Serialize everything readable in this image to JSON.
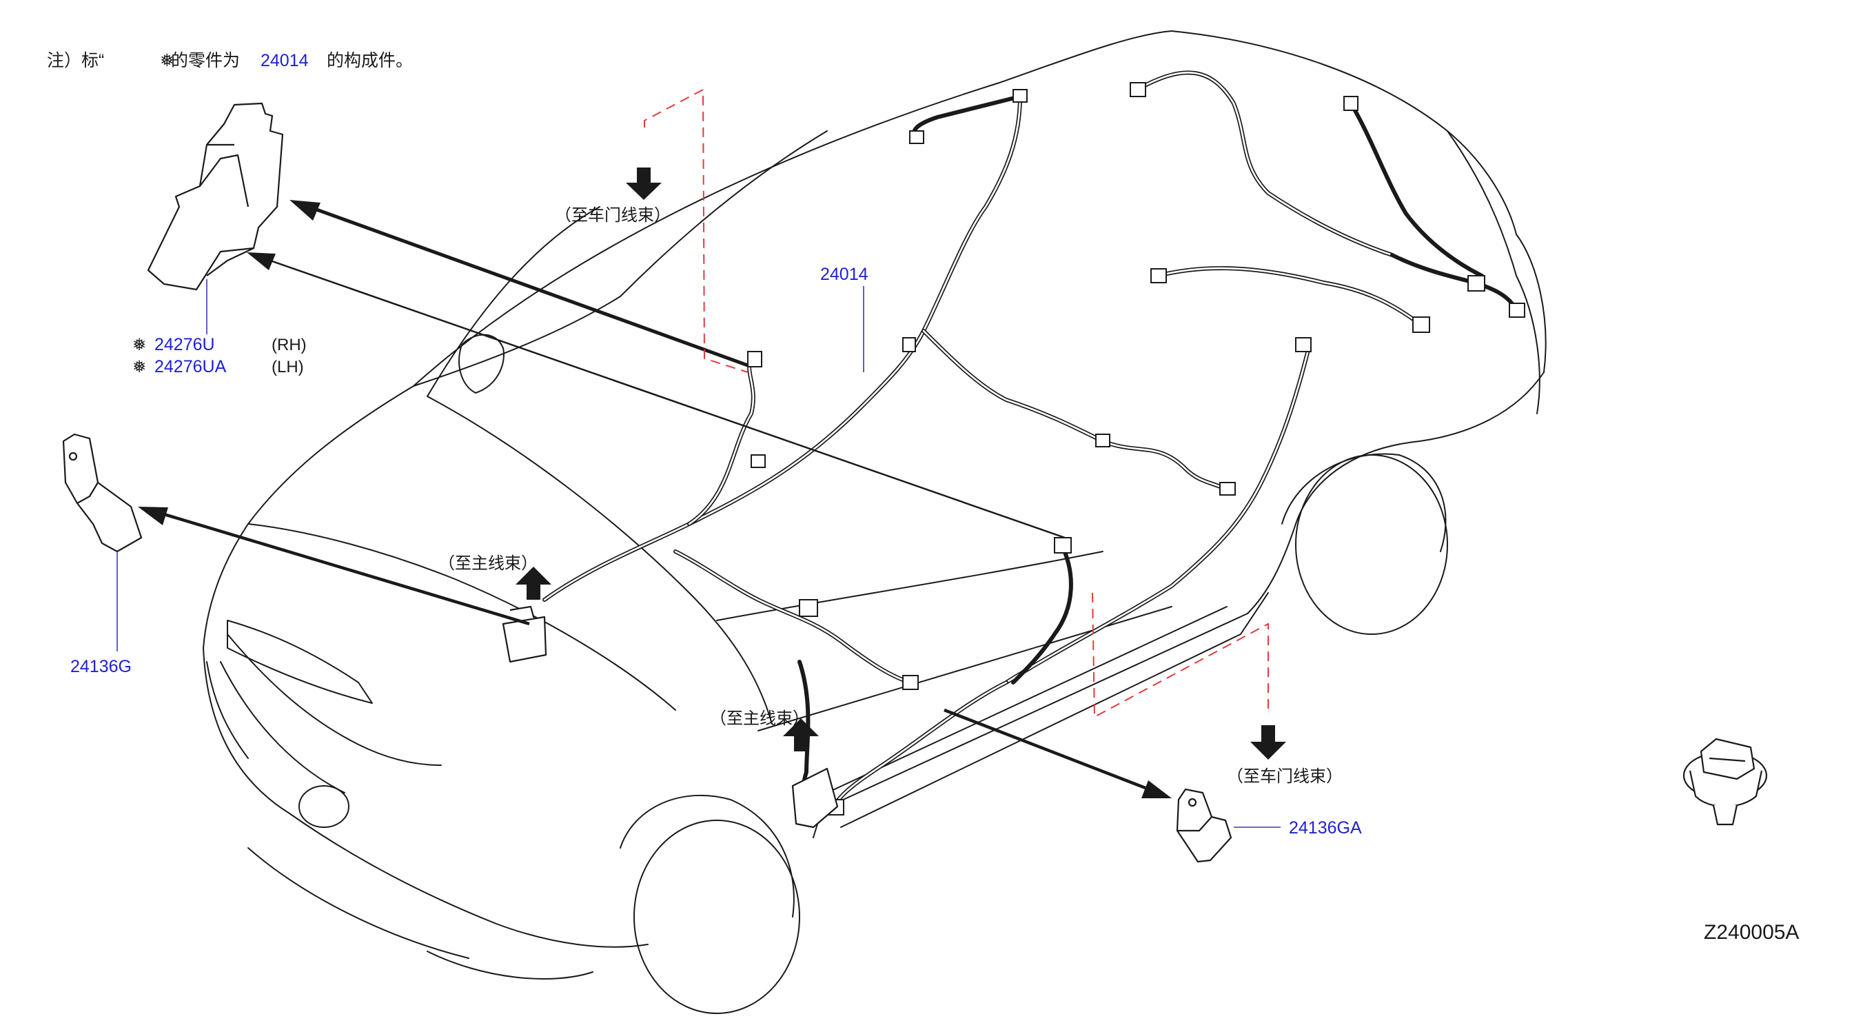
{
  "note": {
    "text_prefix": "注）标“",
    "text_middle": "的零件为",
    "part_ref": "24014",
    "text_suffix": "的构成件。"
  },
  "labels": {
    "main_harness": "24014",
    "bracket_rh": "24276U",
    "bracket_rh_side": "(RH)",
    "bracket_lh": "24276UA",
    "bracket_lh_side": "(LH)",
    "protector_front": "24136G",
    "protector_rear": "24136GA",
    "diagram_id": "Z240005A"
  },
  "callouts": {
    "to_door_harness_top": "（至车门线束）",
    "to_main_harness_left": "（至主线束）",
    "to_main_harness_center": "（至主线束）",
    "to_door_harness_bottom": "（至车门线束）"
  },
  "icons": {
    "marker": "flower-marker-icon",
    "arrow": "block-arrow-icon"
  },
  "colors": {
    "label_blue": "#1f1fd6",
    "dash_red": "#e23b3b",
    "line": "#1a1a1a"
  }
}
